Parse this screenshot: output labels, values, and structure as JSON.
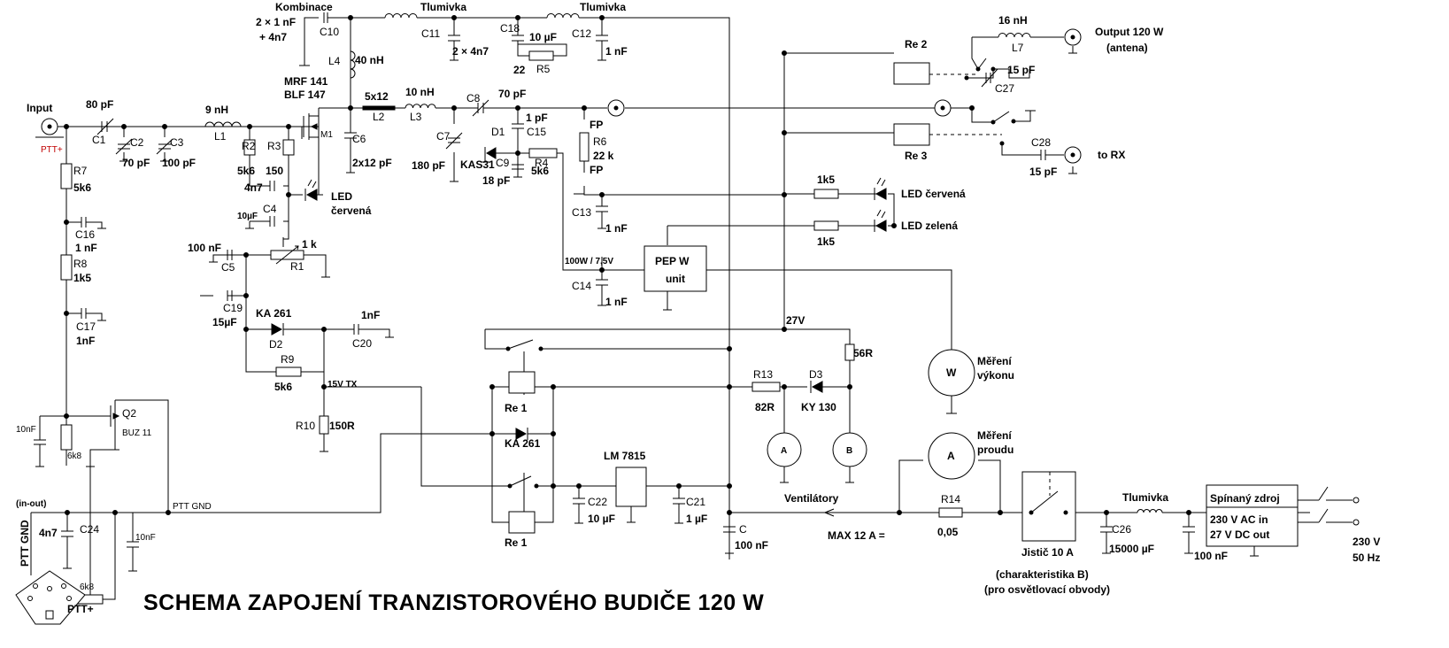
{
  "title": "SCHEMA ZAPOJENÍ TRANZISTOROVÉHO BUDIČE 120 W",
  "connectors": {
    "input": "Input",
    "ptt_plus": "PTT+",
    "output": "Output 120 W",
    "output_sub": "(antena)",
    "to_rx": "to RX",
    "in_out": "(in-out)",
    "ptt_gnd_vertical": "PTT GND",
    "ptt_gnd_line": "PTT GND",
    "ptt_plus_bottom": "PTT+",
    "mains_v": "230 V",
    "mains_f": "50 Hz"
  },
  "labels": {
    "kombinace": "Kombinace",
    "kombinace_1": "2 × 1 nF",
    "kombinace_2": "+ 4n7",
    "C10": "C10",
    "tlumivka1": "Tlumivka",
    "tlumivka2": "Tlumivka",
    "tlumivka3": "Tlumivka",
    "C11": "C11",
    "C11_val": "2 × 4n7",
    "C18": "C18",
    "C18_val": "10 µF",
    "R5": "R5",
    "R5_val": "22",
    "C12": "C12",
    "C12_val": "1 nF",
    "L4": "L4",
    "L4_val": "40 nH",
    "M1_type1": "MRF 141",
    "M1_type2": "BLF 147",
    "M1": "M1",
    "C1_val": "80 pF",
    "C1": "C1",
    "C2": "C2",
    "C2_val": "70 pF",
    "C3": "C3",
    "C3_val": "100 pF",
    "L1_val": "9 nH",
    "L1": "L1",
    "R2": "R2",
    "R3": "R3",
    "R2_val": "5k6",
    "R3_val": "150",
    "C4_label": "4n7",
    "C4": "C4",
    "C4_val": "10µF",
    "LED1a": "LED",
    "LED1b": "červená",
    "L2_val": "5x12",
    "L2": "L2",
    "L3_val": "10 nH",
    "L3": "L3",
    "C6": "C6",
    "C6_val": "2x12 pF",
    "C8": "C8",
    "C8_val": "70 pF",
    "C7": "C7",
    "C7_val": "180 pF",
    "C15_val": "1 pF",
    "C15": "C15",
    "D1": "D1",
    "D1_type": "KAS31",
    "C9": "C9",
    "C9_val": "18 pF",
    "R4": "R4",
    "R4_val": "5k6",
    "FP1": "FP",
    "FP2": "FP",
    "R6": "R6",
    "R6_val": "22 k",
    "C13": "C13",
    "C13_val": "1 nF",
    "C14": "C14",
    "C14_val": "1 nF",
    "pep_signal": "100W / 7,5V",
    "pep1": "PEP W",
    "pep2": "unit",
    "R7": "R7",
    "R7_val": "5k6",
    "C16": "C16",
    "C16_val": "1 nF",
    "R8": "R8",
    "R8_val": "1k5",
    "C17": "C17",
    "C17_val": "1nF",
    "C5_val": "100 nF",
    "C5": "C5",
    "R1_val": "1 k",
    "R1": "R1",
    "C19": "C19",
    "C19_val": "15µF",
    "D2_type": "KA 261",
    "D2": "D2",
    "C20_val": "1nF",
    "C20": "C20",
    "R9": "R9",
    "R9_val": "5k6",
    "v15tx": "15V TX",
    "R10": "R10",
    "R10_val": "150R",
    "Q2": "Q2",
    "Q2_type": "BUZ 11",
    "c10nf_a": "10nF",
    "r6k8_a": "6k8",
    "C24_val": "4n7",
    "C24": "C24",
    "c10nf_b": "10nF",
    "r6k8_b": "6k8",
    "re1_top": "Re 1",
    "re1_bottom": "Re 1",
    "ka261": "KA 261",
    "lm7815": "LM 7815",
    "C22": "C22",
    "C22_val": "10 µF",
    "C21": "C21",
    "C21_val": "1 µF",
    "C": "C",
    "C_val": "100 nF",
    "L7_val": "16 nH",
    "L7": "L7",
    "re2": "Re 2",
    "re3": "Re 3",
    "C27_val": "15 pF",
    "C27": "C27",
    "C28": "C28",
    "C28_val": "15 pF",
    "r1k5_a": "1k5",
    "r1k5_b": "1k5",
    "led_red": "LED červená",
    "led_green": "LED zelená",
    "v27": "27V",
    "r56": "56R",
    "R13": "R13",
    "R13_val": "82R",
    "D3": "D3",
    "D3_type": "KY 130",
    "mer_vykonu1": "Měření",
    "mer_vykonu2": "výkonu",
    "mer_proudu1": "Měření",
    "mer_proudu2": "proudu",
    "meter_W": "W",
    "meter_A1": "A",
    "meter_B": "B",
    "meter_A2": "A",
    "ventilatory": "Ventilátory",
    "max12": "MAX 12 A =",
    "R14": "R14",
    "R14_val": "0,05",
    "jistic": "Jistič 10 A",
    "char1": "(charakteristika B)",
    "char2": "(pro osvětlovací obvody)",
    "C26": "C26",
    "C26_val": "15000 µF",
    "c100nf_psu": "100 nF",
    "psu1": "Spínaný zdroj",
    "psu2": "230 V AC in",
    "psu3": "27 V DC out"
  }
}
